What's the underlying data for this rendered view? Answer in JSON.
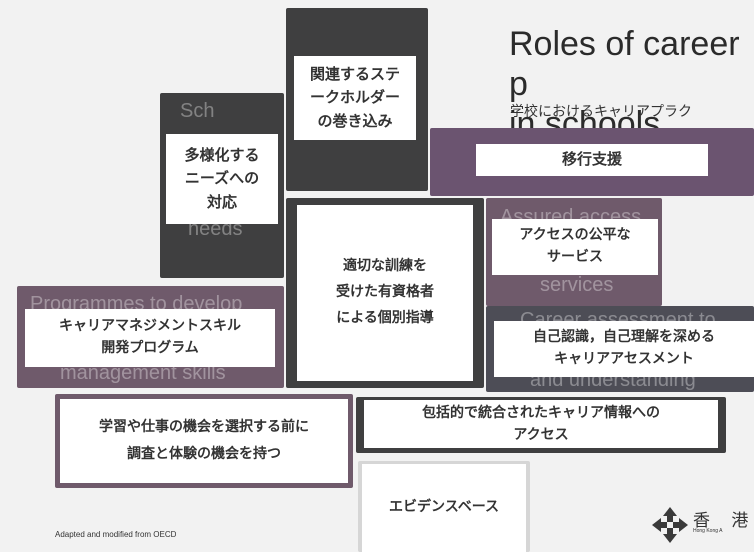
{
  "slide": {
    "title": "Roles of career p\nin schools",
    "subtitle": "学校におけるキャリアプラク",
    "source": "Adapted and modified from OECD"
  },
  "cards": {
    "stakeholders": "関連するステ\nークホルダー\nの巻き込み",
    "diverse_needs": "多様化する\nニーズへの\n対応",
    "transition": "移行支援",
    "trained_staff": "適切な訓練を\n受けた有資格者\nによる個別指導",
    "equal_access": "アクセスの公平な\nサービス",
    "career_skills": "キャリアマネジメントスキル\n開発プログラム",
    "assessment": "自己認識，自己理解を深める\nキャリアアセスメント",
    "integrated_info": "包括的で統合されたキャリア情報への\nアクセス",
    "exploration": "学習や仕事の機会を選択する前に\n調査と体験の機会を持つ",
    "evidence": "エビデンスベース"
  },
  "ghost_text": {
    "needs": "needs",
    "assured_access": "Assured access",
    "services": "services",
    "programmes": "Programmes to develop",
    "management_skills": "management skills",
    "career_assessment": "Career assessment to",
    "understanding": "and understanding",
    "school": "Sch"
  },
  "logo": {
    "name": "香 港",
    "subtitle": "Hong Kong A"
  },
  "colors": {
    "charcoal": "#3f3f40",
    "purple": "#6b5470",
    "mauve": "#6f5a6b",
    "slate": "#4d4d56",
    "card_white": "#ffffff",
    "logo_dark": "#3a3a3a"
  }
}
